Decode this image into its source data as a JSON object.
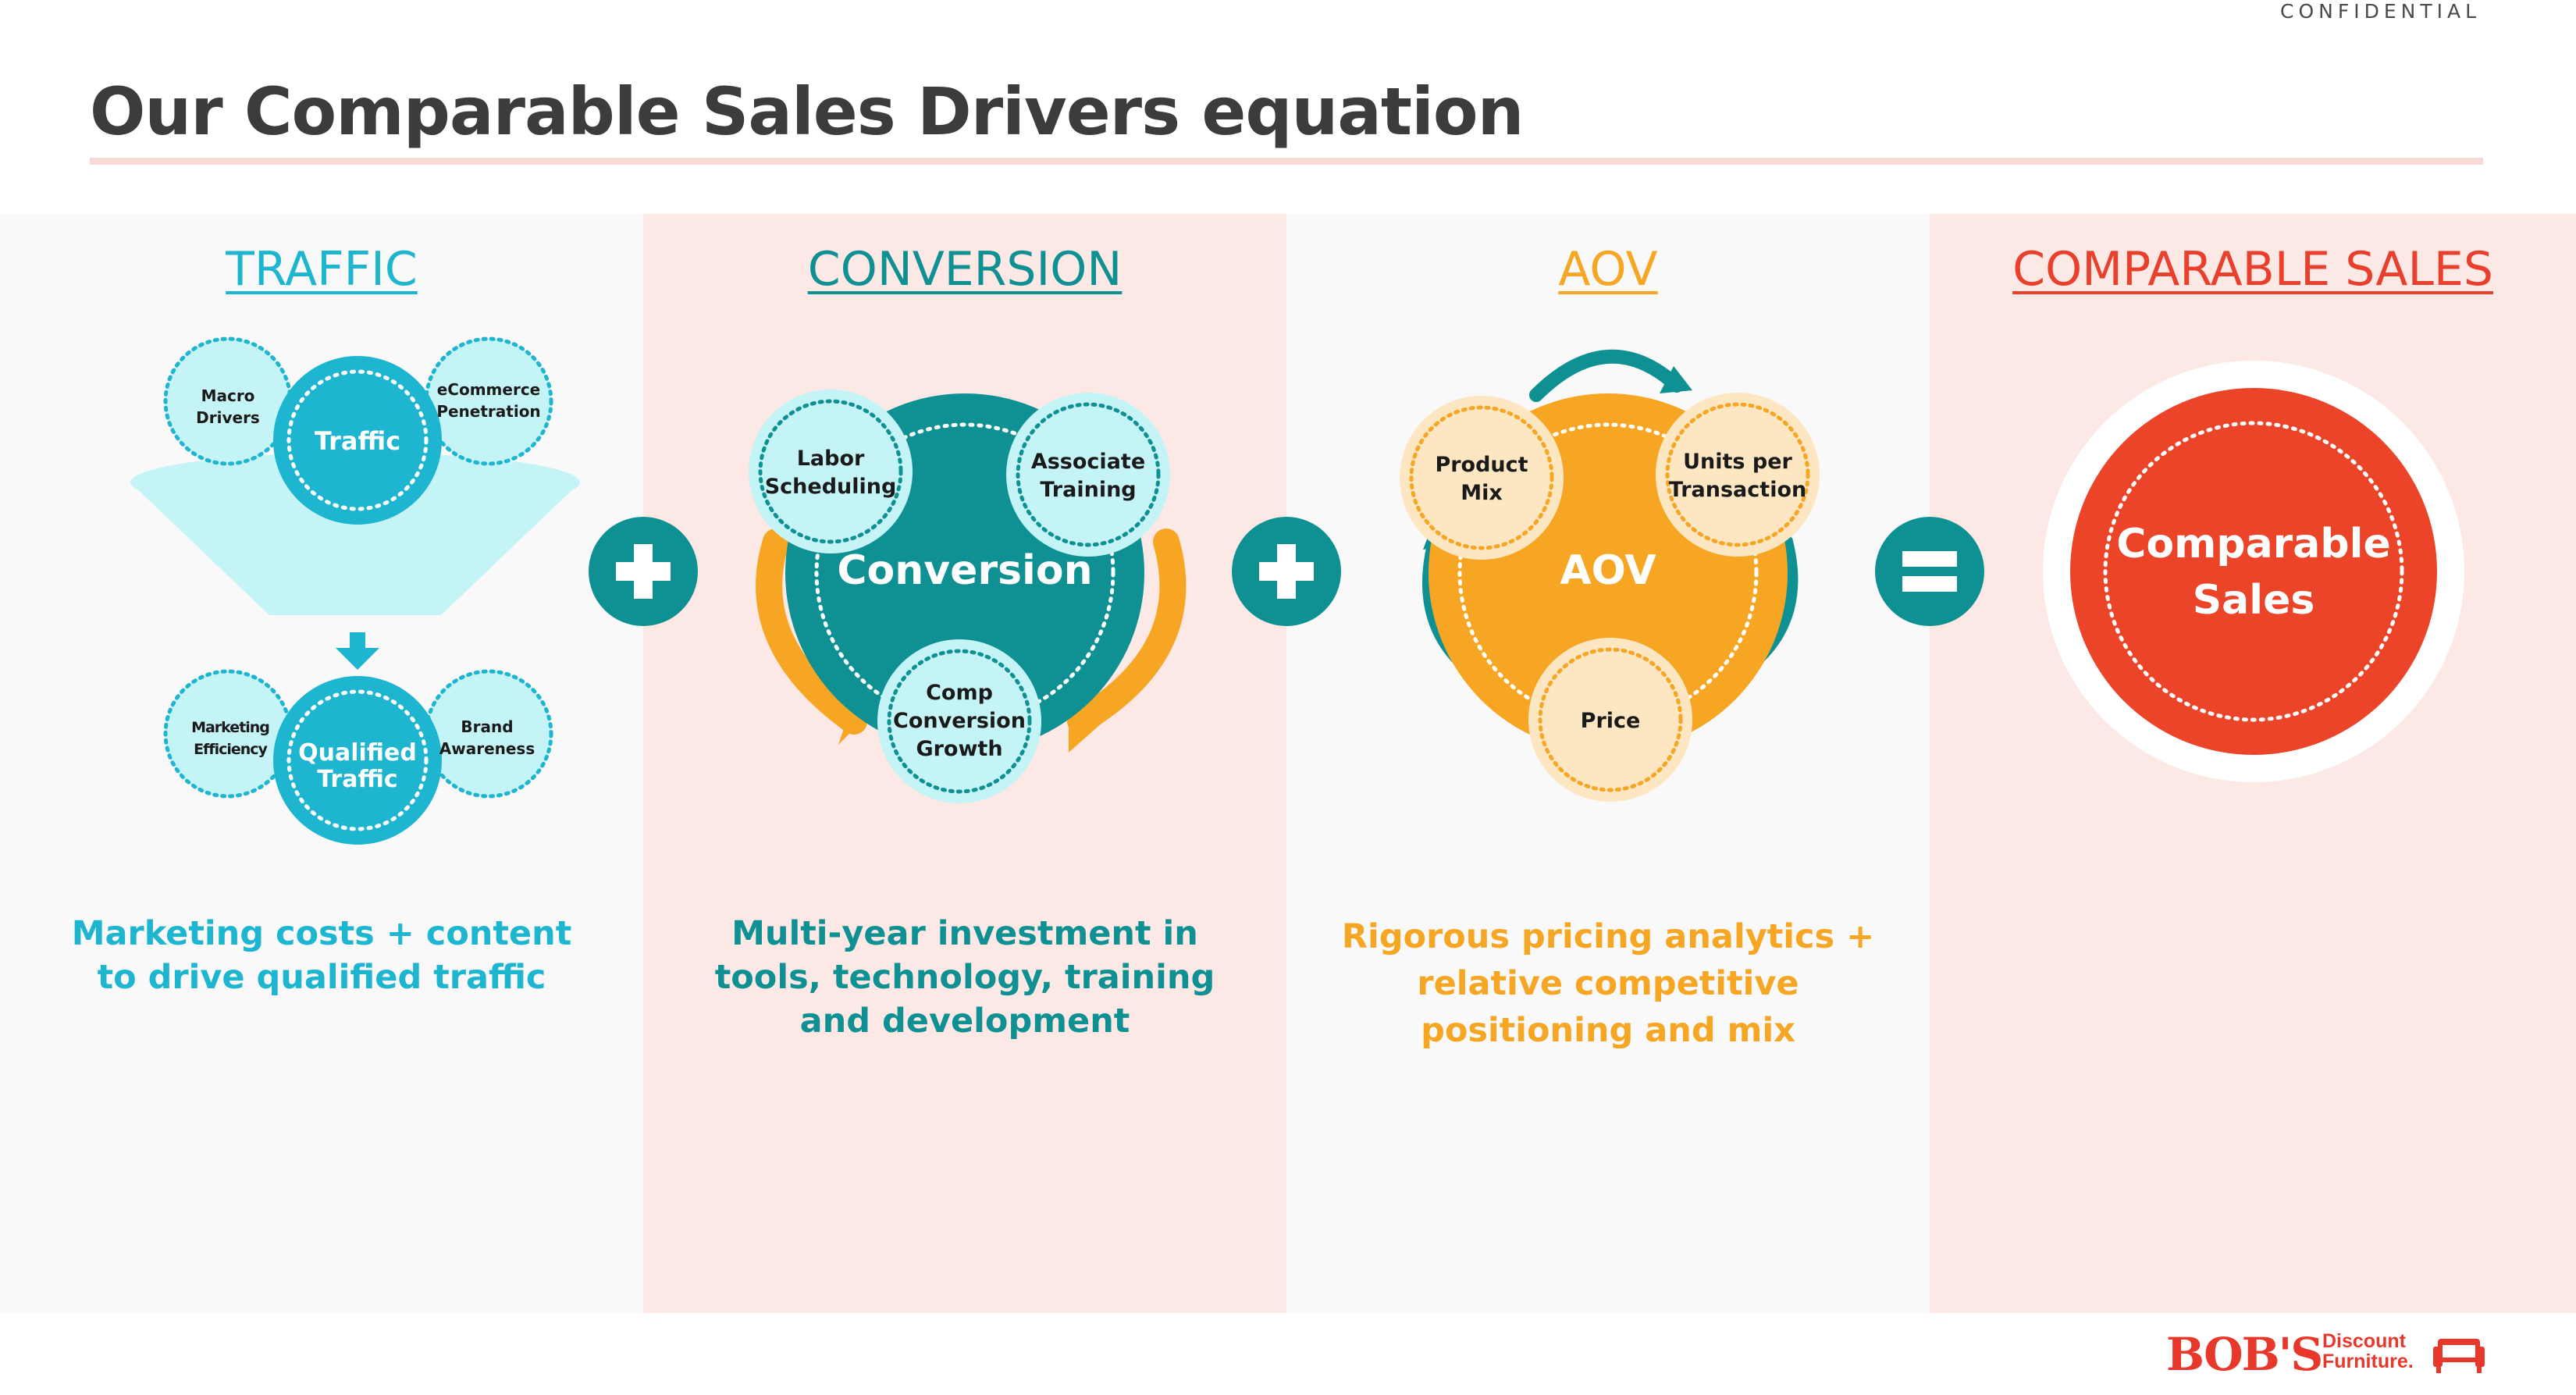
{
  "header": {
    "confidential": "CONFIDENTIAL",
    "title": "Our Comparable Sales Drivers equation"
  },
  "columns": [
    {
      "heading": "TRAFFIC",
      "color": "#1db5cf",
      "circles": {
        "main_top": "Traffic",
        "left_top": [
          "Macro",
          "Drivers"
        ],
        "right_top": [
          "eCommerce",
          "Penetration"
        ],
        "main_bottom": [
          "Qualified",
          "Traffic"
        ],
        "left_bottom": [
          "Marketing",
          "Efficiency"
        ],
        "right_bottom": [
          "Brand",
          "Awareness"
        ]
      },
      "description": "Marketing costs + content to drive qualified traffic"
    },
    {
      "heading": "CONVERSION",
      "color": "#0f9193",
      "circles": {
        "main": "Conversion",
        "left": [
          "Labor",
          "Scheduling"
        ],
        "right": [
          "Associate",
          "Training"
        ],
        "bottom": [
          "Comp",
          "Conversion",
          "Growth"
        ]
      },
      "description": "Multi-year investment in tools, technology, training and development"
    },
    {
      "heading": "AOV",
      "color": "#f6a623",
      "circles": {
        "main": "AOV",
        "left": [
          "Product",
          "Mix"
        ],
        "right": [
          "Units per",
          "Transaction"
        ],
        "bottom": "Price"
      },
      "description": "Rigorous pricing analytics + relative competitive positioning and mix"
    },
    {
      "heading": "COMPARABLE SALES",
      "color": "#e8402c",
      "circles": {
        "main": [
          "Comparable",
          "Sales"
        ]
      },
      "description": ""
    }
  ],
  "operators": [
    {
      "symbol": "plus",
      "color": "#0f9193"
    },
    {
      "symbol": "plus",
      "color": "#0f9193"
    },
    {
      "symbol": "equals",
      "color": "#0f9193"
    }
  ],
  "logo": {
    "name": "BOB'S",
    "line1": "Discount",
    "line2": "Furniture."
  }
}
